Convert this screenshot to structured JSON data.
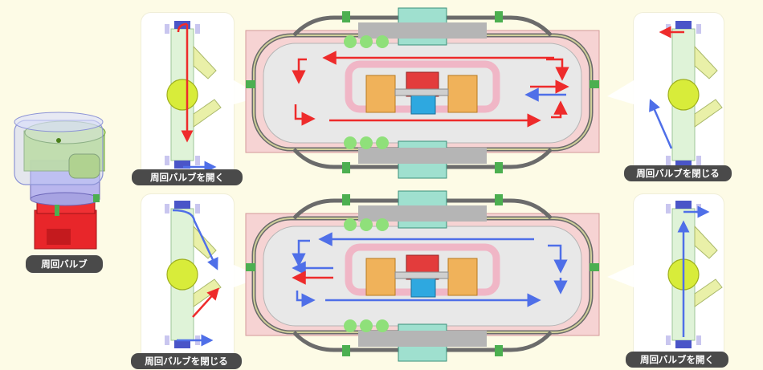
{
  "labels": {
    "valve_name": "周回バルブ",
    "top_left": "周回バルブを開く",
    "top_right": "周回バルブを閉じる",
    "bottom_left": "周回バルブを閉じる",
    "bottom_right": "周回バルブを開く"
  },
  "colors": {
    "background": "#fdfbe6",
    "flow_red": "#ee2b2b",
    "flow_blue": "#4f6fe8",
    "pipe_pink": "#f4c8c8",
    "valve_body_green": "#cfeec8",
    "valve_disc_yellow": "#d8ec3a",
    "label_bg": "#4a4a4a"
  },
  "icons": [
    "valve-3d-icon",
    "valve-detail-icon",
    "circulation-loop-icon",
    "flow-arrow-icon"
  ]
}
